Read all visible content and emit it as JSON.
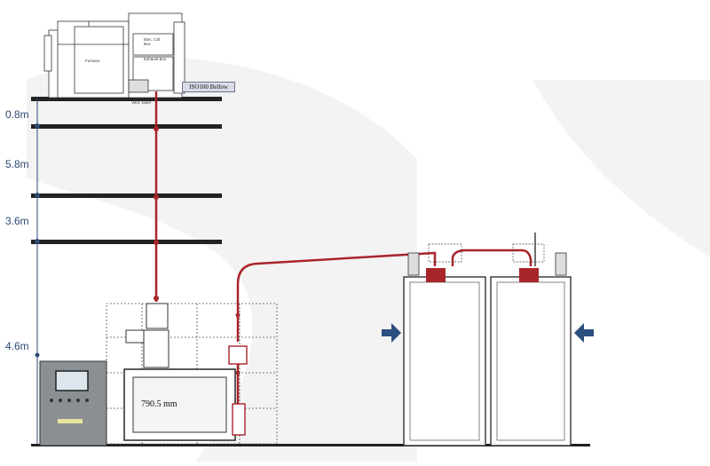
{
  "heights": {
    "h1": "0.8m",
    "h2": "5.8m",
    "h3": "3.6m",
    "h4": "4.6m"
  },
  "labels": {
    "cabinet": "Elec. Ctrl. Box",
    "furnace": "Furnace",
    "exhaust": "Exhaust Box",
    "below_floor": "Vent. lower",
    "bellow": "ISO100 Bellow",
    "dimension": "790.5 mm"
  },
  "colors": {
    "pipe": "#a8252a",
    "floor": "#222222",
    "arrow": "#2b4f7e",
    "height_text": "#2e4a73",
    "watermark": "#f3f3f3"
  }
}
